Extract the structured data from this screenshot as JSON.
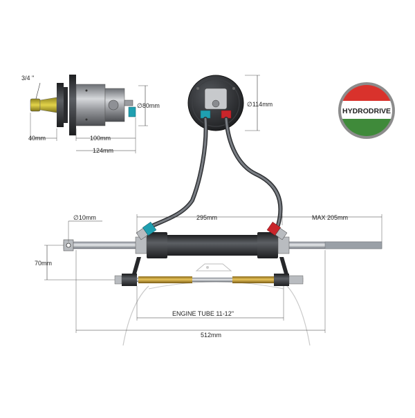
{
  "logo": {
    "text": "HYDRODRIVE",
    "colors": {
      "top": "#d9322c",
      "middle": "#ffffff",
      "bottom": "#3f8a3a",
      "ring": "#8c8c8c"
    }
  },
  "dimensions": {
    "pump_shaft": "3/4 ''",
    "pump_shaft_length": "40mm",
    "pump_body": "100mm",
    "pump_total": "124mm",
    "pump_diameter": "∅80mm",
    "reservoir_diameter": "∅114mm",
    "rod_diameter": "∅10mm",
    "cylinder_span": "295mm",
    "max_stroke": "MAX 205mm",
    "height_offset": "70mm",
    "engine_tube": "ENGINE TUBE 11-12''",
    "overall_length": "512mm"
  },
  "colors": {
    "hose": "#5a5d62",
    "cylinder": "#3a3c40",
    "fitting_blue": "#1f9fb0",
    "fitting_red": "#c8252b",
    "brass": "#b8922e"
  }
}
